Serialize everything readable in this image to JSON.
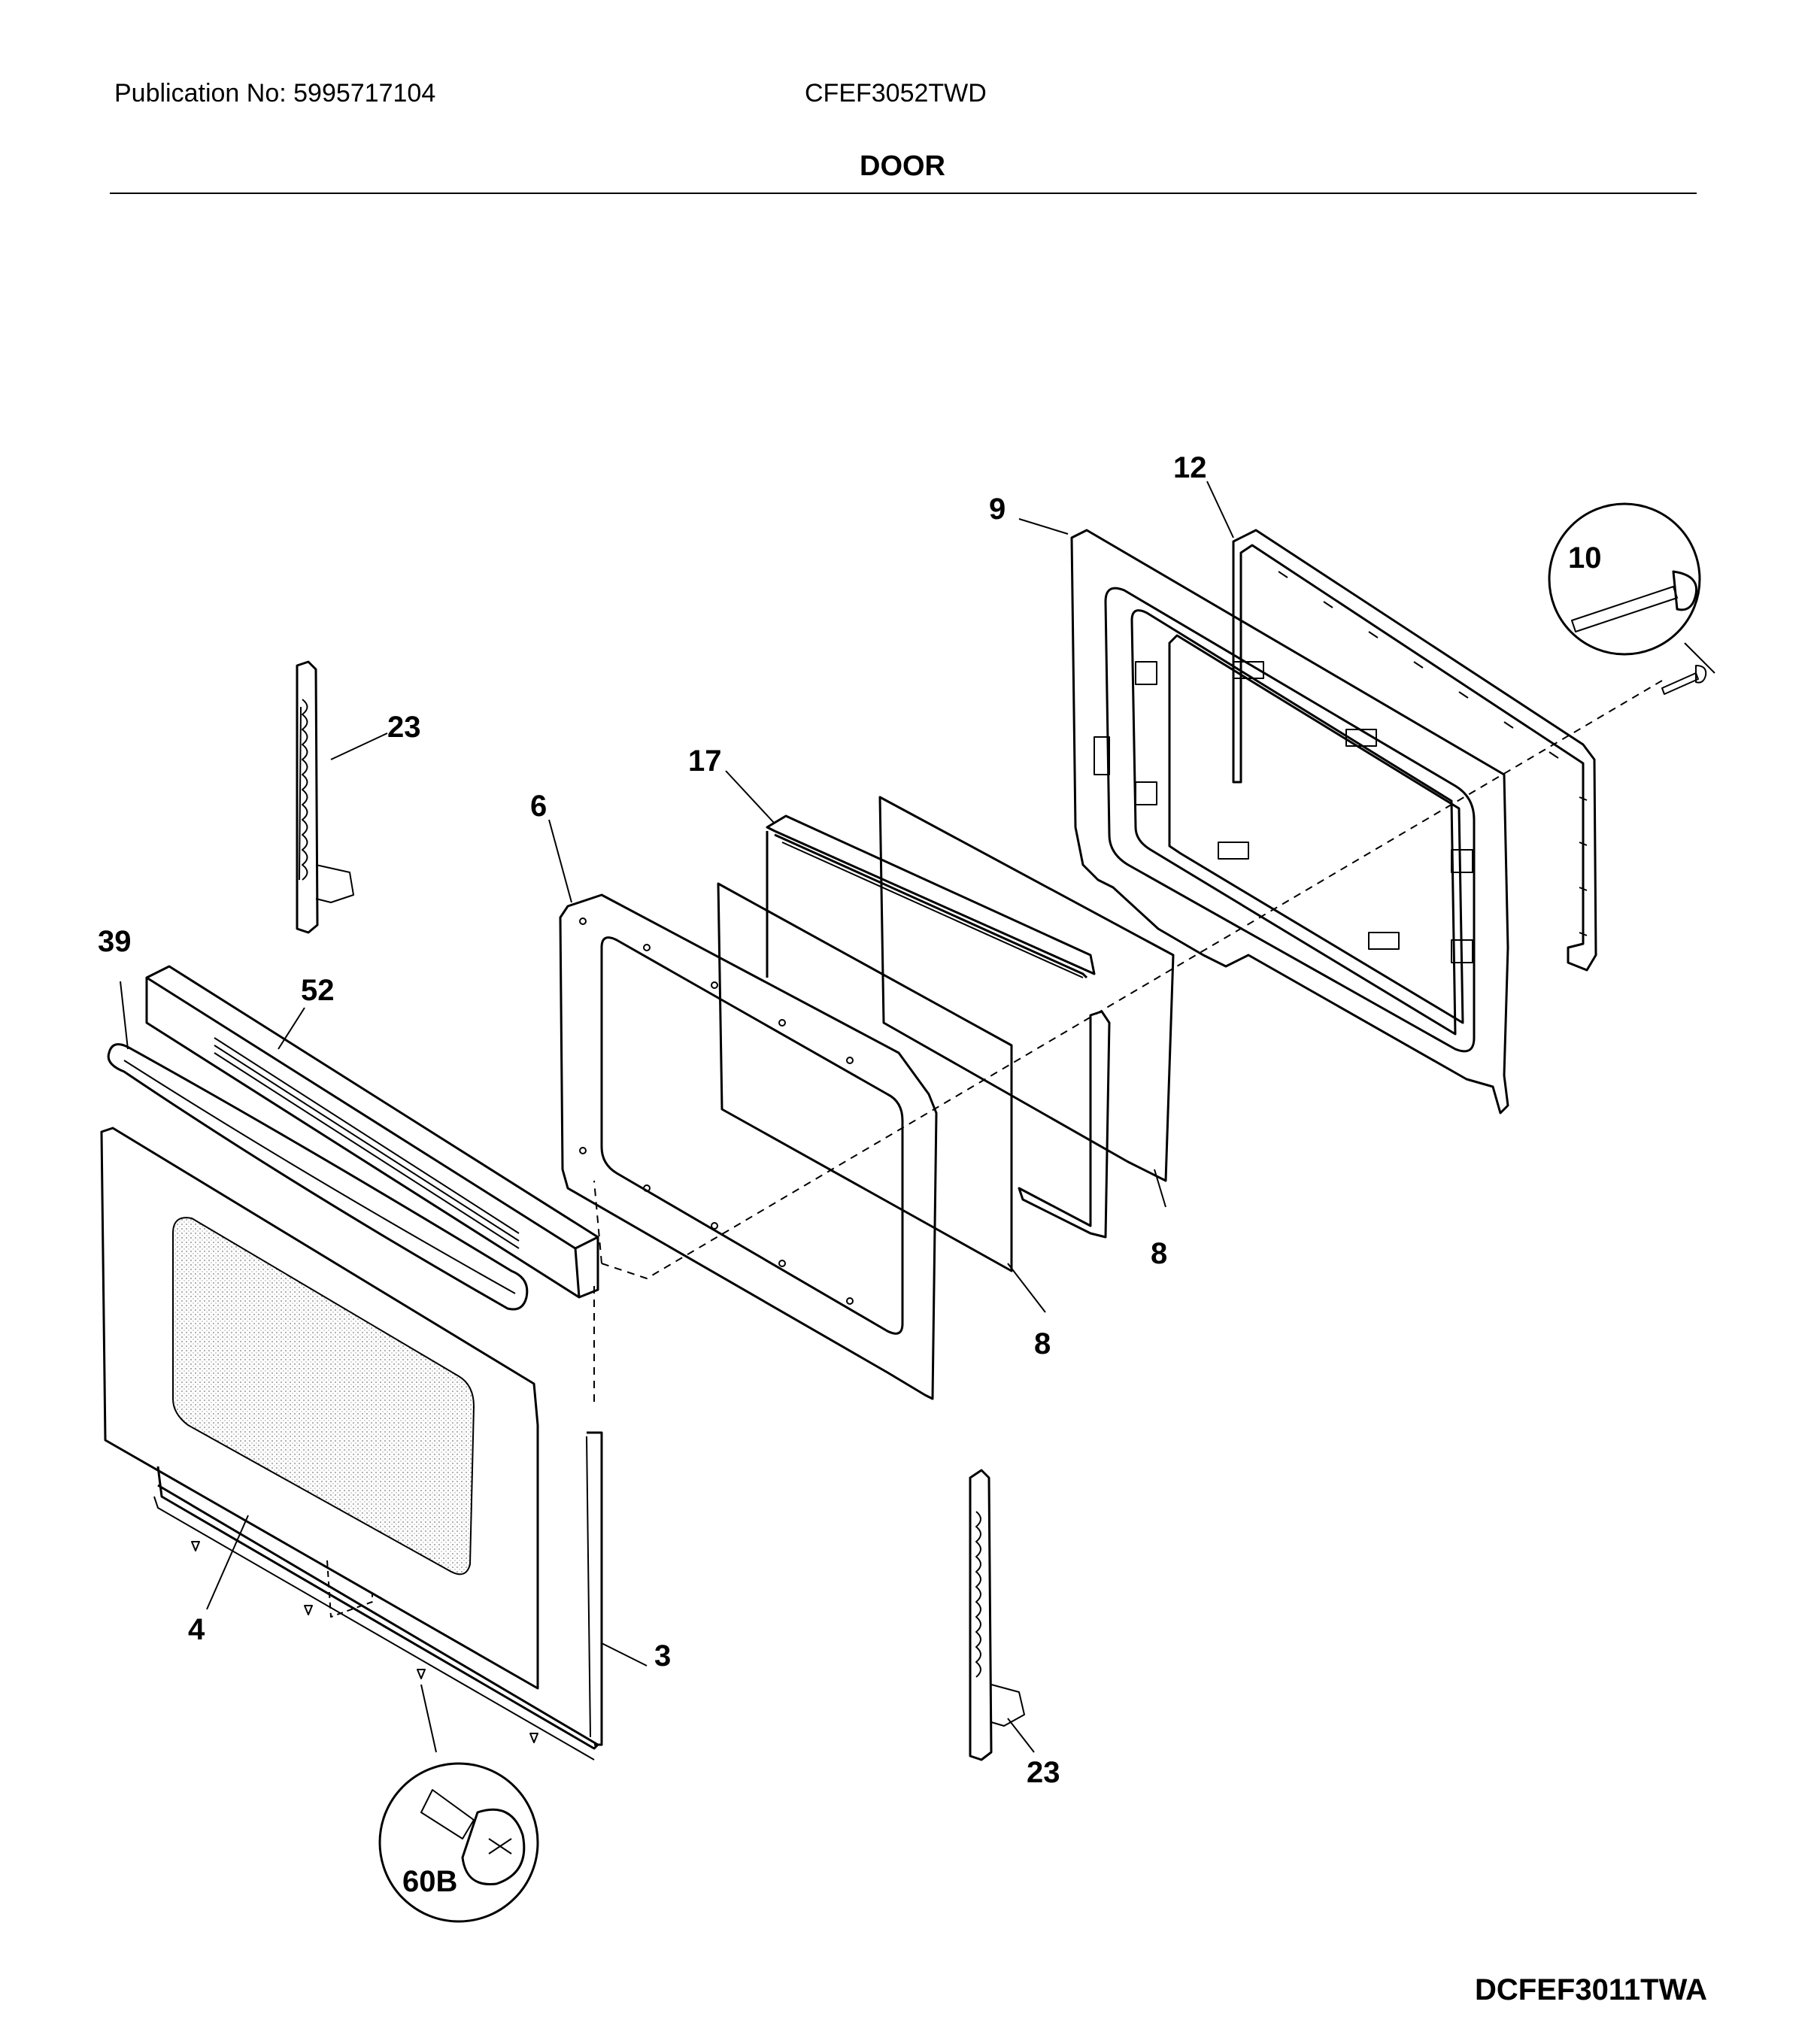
{
  "header": {
    "publication": "Publication No: 5995717104",
    "model": "CFEF3052TWD",
    "section_title": "DOOR"
  },
  "footer": {
    "diagram_code": "DCFEF3011TWA"
  },
  "callouts": {
    "door_frame_12": "12",
    "inner_door_9": "9",
    "screw_10": "10",
    "hinge_upper_23": "23",
    "insulation_17": "17",
    "glass_frame_6": "6",
    "handle_39": "39",
    "trim_52": "52",
    "glass_8_right": "8",
    "glass_8_mid": "8",
    "trim_bottom_4": "4",
    "outer_panel_3": "3",
    "hinge_lower_23": "23",
    "screw_60b": "60B"
  }
}
